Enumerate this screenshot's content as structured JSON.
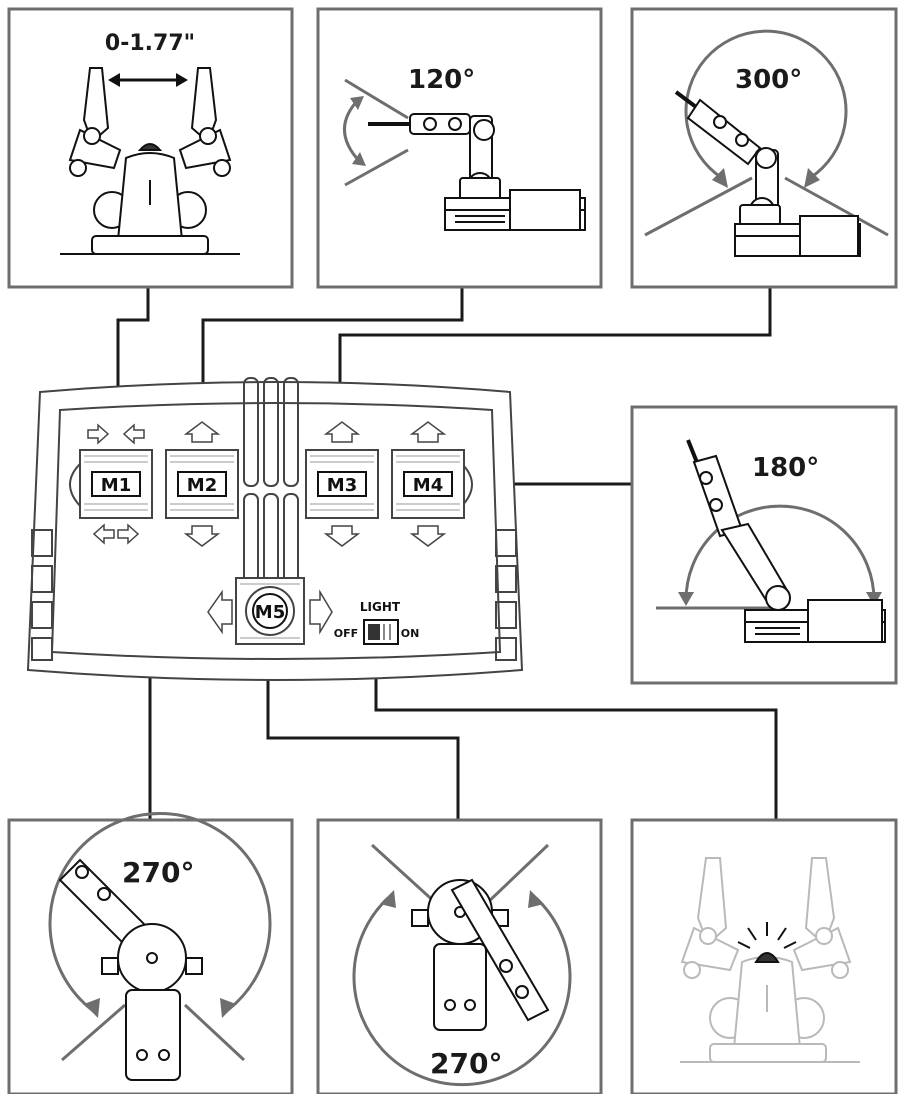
{
  "panels": {
    "gripper": {
      "label": "0-1.77\""
    },
    "wrist": {
      "label": "120°"
    },
    "elbow": {
      "label": "300°"
    },
    "shoulder": {
      "label": "180°"
    },
    "base_left": {
      "label": "270°"
    },
    "base_right": {
      "label": "270°"
    },
    "light": {
      "label": ""
    }
  },
  "controller": {
    "motors": [
      {
        "label": "M1"
      },
      {
        "label": "M2"
      },
      {
        "label": "M3"
      },
      {
        "label": "M4"
      }
    ],
    "base_motor": {
      "label": "M5"
    },
    "light_switch": {
      "title": "LIGHT",
      "off_label": "OFF",
      "on_label": "ON"
    }
  },
  "colors": {
    "line": "#1a1a1a",
    "panel_border": "#6e6e6e",
    "arc": "#6e6e6e",
    "ghost": "#b9b9b9"
  }
}
